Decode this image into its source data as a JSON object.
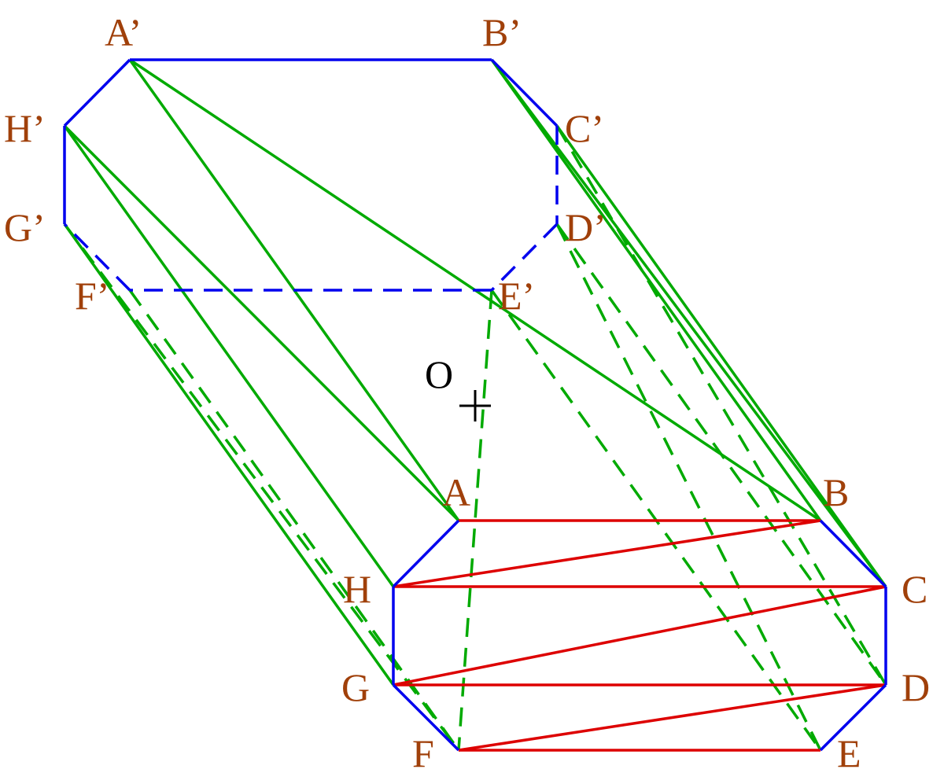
{
  "title": "Octagonal prism with triangulated faces",
  "colors": {
    "base_edges": "#0000ee",
    "triangulation_bottom": "#dd0000",
    "lateral": "#00aa00",
    "labels": "#a0400a"
  },
  "vertices": {
    "A1": "A’",
    "B1": "B’",
    "C1": "C’",
    "D1": "D’",
    "E1": "E’",
    "F1": "F’",
    "G1": "G’",
    "H1": "H’",
    "A": "A",
    "B": "B",
    "C": "C",
    "D": "D",
    "E": "E",
    "F": "F",
    "G": "G",
    "H": "H"
  },
  "center_label": "O",
  "edges": [
    {
      "from": "A1",
      "to": "B1",
      "color": "base_edges",
      "dashed": false
    },
    {
      "from": "B1",
      "to": "C1",
      "color": "base_edges",
      "dashed": false
    },
    {
      "from": "C1",
      "to": "D1",
      "color": "base_edges",
      "dashed": true
    },
    {
      "from": "D1",
      "to": "E1",
      "color": "base_edges",
      "dashed": true
    },
    {
      "from": "E1",
      "to": "F1",
      "color": "base_edges",
      "dashed": true
    },
    {
      "from": "F1",
      "to": "G1",
      "color": "base_edges",
      "dashed": true
    },
    {
      "from": "G1",
      "to": "H1",
      "color": "base_edges",
      "dashed": false
    },
    {
      "from": "H1",
      "to": "A1",
      "color": "base_edges",
      "dashed": false
    },
    {
      "from": "A",
      "to": "H",
      "color": "base_edges",
      "dashed": false
    },
    {
      "from": "H",
      "to": "G",
      "color": "base_edges",
      "dashed": false
    },
    {
      "from": "G",
      "to": "F",
      "color": "base_edges",
      "dashed": false
    },
    {
      "from": "B",
      "to": "C",
      "color": "base_edges",
      "dashed": false
    },
    {
      "from": "C",
      "to": "D",
      "color": "base_edges",
      "dashed": false
    },
    {
      "from": "D",
      "to": "E",
      "color": "base_edges",
      "dashed": false
    },
    {
      "from": "A",
      "to": "B",
      "color": "triangulation_bottom",
      "dashed": false
    },
    {
      "from": "H",
      "to": "B",
      "color": "triangulation_bottom",
      "dashed": false
    },
    {
      "from": "H",
      "to": "C",
      "color": "triangulation_bottom",
      "dashed": false
    },
    {
      "from": "G",
      "to": "C",
      "color": "triangulation_bottom",
      "dashed": false
    },
    {
      "from": "G",
      "to": "D",
      "color": "triangulation_bottom",
      "dashed": false
    },
    {
      "from": "F",
      "to": "D",
      "color": "triangulation_bottom",
      "dashed": false
    },
    {
      "from": "F",
      "to": "E",
      "color": "triangulation_bottom",
      "dashed": false
    },
    {
      "from": "A1",
      "to": "A",
      "color": "lateral",
      "dashed": false
    },
    {
      "from": "A1",
      "to": "B",
      "color": "lateral",
      "dashed": false
    },
    {
      "from": "H1",
      "to": "A",
      "color": "lateral",
      "dashed": false
    },
    {
      "from": "H1",
      "to": "H",
      "color": "lateral",
      "dashed": false
    },
    {
      "from": "G1",
      "to": "G",
      "color": "lateral",
      "dashed": false
    },
    {
      "from": "B1",
      "to": "B",
      "color": "lateral",
      "dashed": false
    },
    {
      "from": "B1",
      "to": "C",
      "color": "lateral",
      "dashed": false
    },
    {
      "from": "C1",
      "to": "C",
      "color": "lateral",
      "dashed": false
    },
    {
      "from": "G1",
      "to": "F",
      "color": "lateral",
      "dashed": true
    },
    {
      "from": "F1",
      "to": "F",
      "color": "lateral",
      "dashed": true
    },
    {
      "from": "E1",
      "to": "F",
      "color": "lateral",
      "dashed": true
    },
    {
      "from": "E1",
      "to": "E",
      "color": "lateral",
      "dashed": true
    },
    {
      "from": "D1",
      "to": "E",
      "color": "lateral",
      "dashed": true
    },
    {
      "from": "D1",
      "to": "D",
      "color": "lateral",
      "dashed": true
    },
    {
      "from": "C1",
      "to": "D",
      "color": "lateral",
      "dashed": true
    }
  ]
}
